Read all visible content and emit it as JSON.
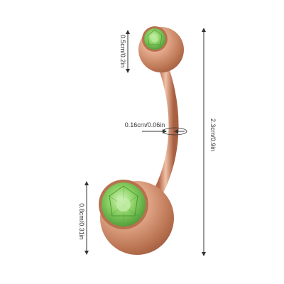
{
  "dimensions": {
    "top_ball": "0.5cm/0.2in",
    "bar_thickness": "0.16cm/0.06in",
    "total_length": "2.3cm/0.9in",
    "bottom_ball": "0.8cm/0.31in"
  },
  "colors": {
    "metal": "#d9987a",
    "metal_dark": "#b86f50",
    "metal_light": "#f6d8c8",
    "gem": "#7fc95c",
    "gem_dark": "#3f8f2a",
    "gem_light": "#c9efb0",
    "line": "#333333"
  }
}
